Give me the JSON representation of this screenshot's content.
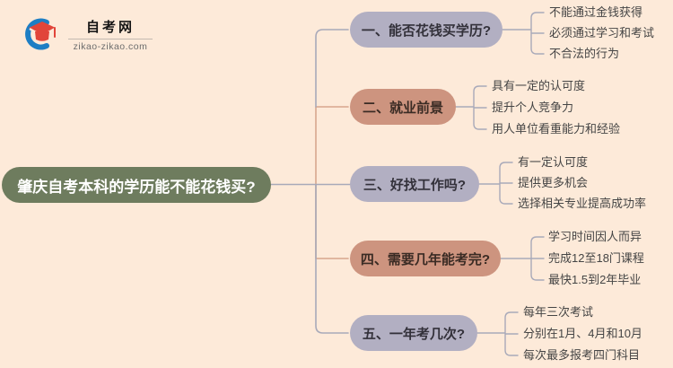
{
  "canvas": {
    "background": "#fdead9"
  },
  "logo": {
    "site_name": "自考网",
    "site_url": "zikao-zikao.com",
    "icon": "graduation-cap-icon",
    "cap_color": "#e1453a",
    "crescent_color": "#1d7ec4"
  },
  "colors": {
    "connector_gray": "#a8a9b9",
    "connector_salmon": "#d8a68e",
    "pill_lavender": "#b2afc2",
    "pill_salmon": "#cd947f",
    "root_olive": "#6e7c5e"
  },
  "root": {
    "label": "肇庆自考本科的学历能不能花钱买?",
    "color": "#6e7c5e"
  },
  "branches": [
    {
      "label": "一、能否花钱买学历?",
      "pill_color": "#b2afc2",
      "line_color": "#a8a9b9",
      "children": [
        "不能通过金钱获得",
        "必须通过学习和考试",
        "不合法的行为"
      ]
    },
    {
      "label": "二、就业前景",
      "pill_color": "#cd947f",
      "line_color": "#d8a68e",
      "children": [
        "具有一定的认可度",
        "提升个人竞争力",
        "用人单位看重能力和经验"
      ]
    },
    {
      "label": "三、好找工作吗?",
      "pill_color": "#b2afc2",
      "line_color": "#a8a9b9",
      "children": [
        "有一定认可度",
        "提供更多机会",
        "选择相关专业提高成功率"
      ]
    },
    {
      "label": "四、需要几年能考完?",
      "pill_color": "#cd947f",
      "line_color": "#d8a68e",
      "children": [
        "学习时间因人而异",
        "完成12至18门课程",
        "最快1.5到2年毕业"
      ]
    },
    {
      "label": "五、一年考几次?",
      "pill_color": "#b2afc2",
      "line_color": "#a8a9b9",
      "children": [
        "每年三次考试",
        "分别在1月、4月和10月",
        "每次最多报考四门科目"
      ]
    }
  ]
}
